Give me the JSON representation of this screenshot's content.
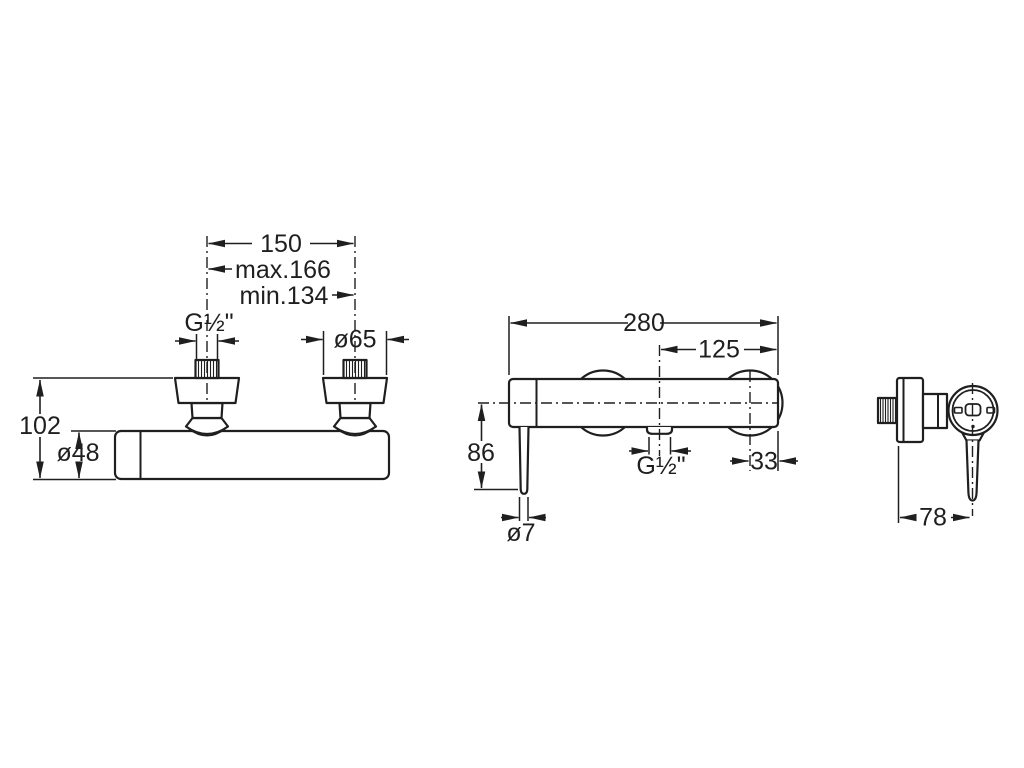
{
  "drawing": {
    "background": "#ffffff",
    "line_color": "#1f1f1f",
    "front_view": {
      "center_distance": "150",
      "max_distance": "max.166",
      "min_distance": "min.134",
      "inlet_thread": "G½\"",
      "escutcheon_diameter": "ø65",
      "overall_height": "102",
      "body_diameter": "ø48"
    },
    "elevation_view": {
      "overall_width": "280",
      "outlet_to_end": "125",
      "lever_drop": "86",
      "outlet_thread": "G½\"",
      "center_to_end": "33",
      "lever_diameter": "ø7"
    },
    "side_view": {
      "depth": "78"
    }
  }
}
